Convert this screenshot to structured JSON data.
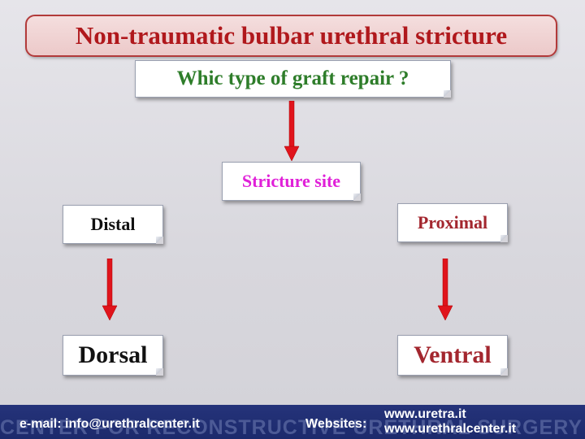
{
  "title": "Non-traumatic bulbar urethral stricture",
  "question": "Whic type of graft repair ?",
  "stricture_site": "Stricture site",
  "distal": "Distal",
  "proximal": "Proximal",
  "dorsal": "Dorsal",
  "ventral": "Ventral",
  "footer": {
    "email": "e-mail: info@urethralcenter.it",
    "websites_label": "Websites:",
    "site1": "www.uretra.it",
    "site2": "www.urethralcenter.it",
    "watermark": "CENTER FOR RECONSTRUCTIVE URETHRAL SURGERY"
  },
  "colors": {
    "title": "#b0181c",
    "question": "#2e7d2a",
    "stricture_site": "#e020d8",
    "proximal_ventral": "#a3262e",
    "arrow": "#e0141c",
    "footer_bg": "#1c2a6c"
  }
}
